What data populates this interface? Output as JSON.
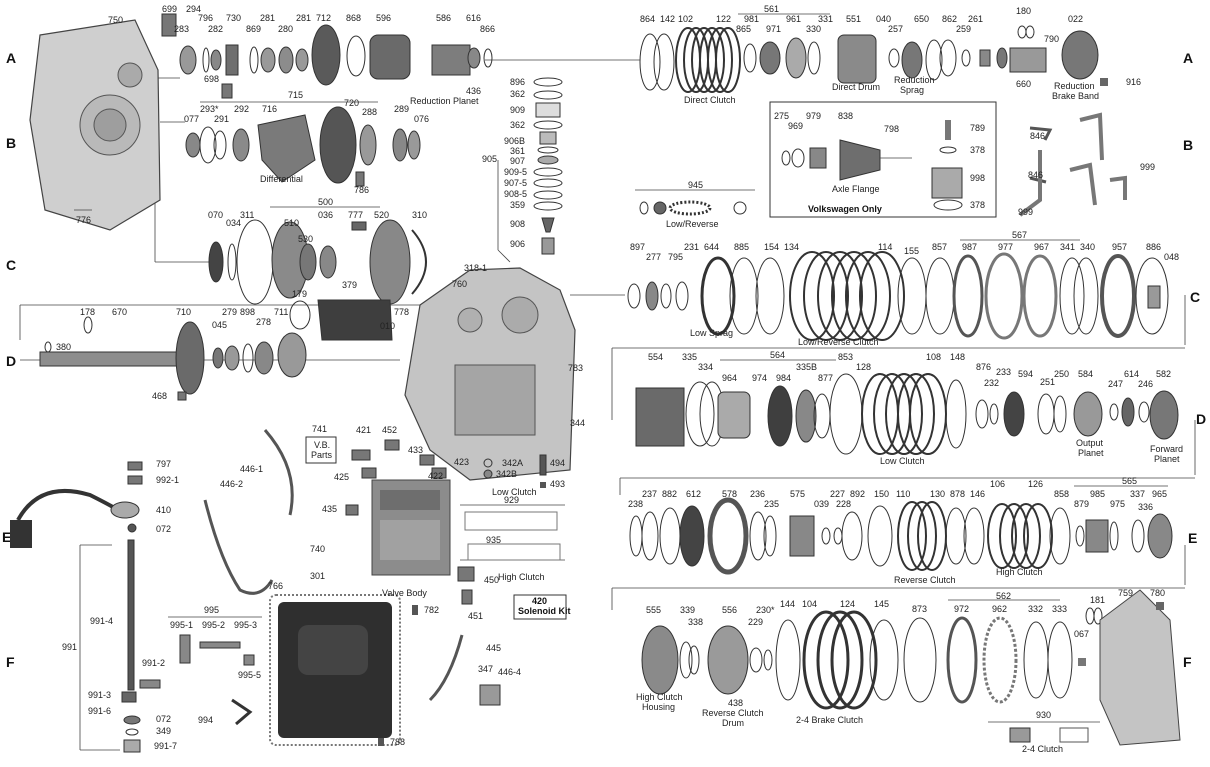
{
  "row_markers": {
    "left": [
      "A",
      "B",
      "C",
      "D",
      "E",
      "F"
    ],
    "right": [
      "A",
      "B",
      "C",
      "D",
      "E",
      "F"
    ]
  },
  "labels": {
    "n750": "750",
    "n699": "699",
    "n294": "294",
    "n283": "283",
    "n796": "796",
    "n282": "282",
    "n730": "730",
    "n869": "869",
    "n281a": "281",
    "n280": "280",
    "n281b": "281",
    "n712": "712",
    "n868": "868",
    "n596": "596",
    "n586": "586",
    "n616": "616",
    "n866": "866",
    "n436": "436",
    "n698": "698",
    "n715": "715",
    "n293": "293*",
    "n292": "292",
    "n716": "716",
    "n720": "720",
    "n288": "288",
    "n289": "289",
    "n076": "076",
    "n077": "077",
    "n291": "291",
    "n786": "786",
    "n776": "776",
    "n500": "500",
    "n070": "070",
    "n034": "034",
    "n311": "311",
    "n510": "510",
    "n530": "530",
    "n036": "036",
    "n777": "777",
    "n520": "520",
    "n310": "310",
    "n379": "379",
    "n010": "010",
    "n778": "778",
    "n178": "178",
    "n670": "670",
    "n710": "710",
    "n279": "279",
    "n898": "898",
    "n179": "179",
    "n045": "045",
    "n278": "278",
    "n711": "711",
    "n380": "380",
    "n468": "468",
    "n896": "896",
    "n362a": "362",
    "n909": "909",
    "n362b": "362",
    "n906b": "906B",
    "n361": "361",
    "n907": "907",
    "n909_5": "909-5",
    "n907_5": "907-5",
    "n908_5": "908-5",
    "n359": "359",
    "n908": "908",
    "n906": "906",
    "n905": "905",
    "n318": "318-1",
    "n760": "760",
    "n783": "783",
    "n344": "344",
    "n741": "741",
    "n421": "421",
    "n452": "452",
    "n433": "433",
    "n423": "423",
    "n425": "425",
    "n422": "422",
    "n446_1": "446-1",
    "n446_2": "446-2",
    "n435": "435",
    "n740": "740",
    "n342a": "342A",
    "n342b": "342B",
    "n494": "494",
    "n493": "493",
    "n929": "929",
    "n935": "935",
    "n450": "450",
    "n451": "451",
    "n782": "782",
    "n797": "797",
    "n992_1": "992-1",
    "n410": "410",
    "n072a": "072",
    "n991": "991",
    "n991_4": "991-4",
    "n991_2": "991-2",
    "n991_3": "991-3",
    "n991_6": "991-6",
    "n072b": "072",
    "n349": "349",
    "n991_7": "991-7",
    "n995": "995",
    "n995_1": "995-1",
    "n995_2": "995-2",
    "n995_3": "995-3",
    "n995_5": "995-5",
    "n994": "994",
    "n766": "766",
    "n301": "301",
    "n788": "788",
    "n445": "445",
    "n347": "347",
    "n446_4": "446-4",
    "n864": "864",
    "n142": "142",
    "n102": "102",
    "n122": "122",
    "n561": "561",
    "n981": "981",
    "n865": "865",
    "n971": "971",
    "n961": "961",
    "n330": "330",
    "n331": "331",
    "n551": "551",
    "n040": "040",
    "n257": "257",
    "n650": "650",
    "n862": "862",
    "n259": "259",
    "n261": "261",
    "n180": "180",
    "n022": "022",
    "n790": "790",
    "n660": "660",
    "n916": "916",
    "n275": "275",
    "n969": "969",
    "n979": "979",
    "n838": "838",
    "n798": "798",
    "n789": "789",
    "n378a": "378",
    "n998": "998",
    "n378b": "378",
    "n846a": "846",
    "n846b": "846",
    "n999a": "999",
    "n999b": "999",
    "n945": "945",
    "n897": "897",
    "n277": "277",
    "n795": "795",
    "n231": "231",
    "n644": "644",
    "n885": "885",
    "n154": "154",
    "n134": "134",
    "n114": "114",
    "n155": "155",
    "n857": "857",
    "n567": "567",
    "n987": "987",
    "n977": "977",
    "n967": "967",
    "n341": "341",
    "n340": "340",
    "n957": "957",
    "n886": "886",
    "n048": "048",
    "n554": "554",
    "n335": "335",
    "n334": "334",
    "n564": "564",
    "n964": "964",
    "n974": "974",
    "n984": "984",
    "n335b": "335B",
    "n877": "877",
    "n853": "853",
    "n128": "128",
    "n108": "108",
    "n148": "148",
    "n876": "876",
    "n232": "232",
    "n233": "233",
    "n594": "594",
    "n251": "251",
    "n250": "250",
    "n584": "584",
    "n247": "247",
    "n614": "614",
    "n246": "246",
    "n582": "582",
    "n238": "238",
    "n237": "237",
    "n882": "882",
    "n612": "612",
    "n578": "578",
    "n236": "236",
    "n235": "235",
    "n575": "575",
    "n039": "039",
    "n227": "227",
    "n228": "228",
    "n892": "892",
    "n150": "150",
    "n110": "110",
    "n130": "130",
    "n878": "878",
    "n146": "146",
    "n106": "106",
    "n126": "126",
    "n858": "858",
    "n565": "565",
    "n879": "879",
    "n985": "985",
    "n975": "975",
    "n337": "337",
    "n336": "336",
    "n965": "965",
    "n555": "555",
    "n339": "339",
    "n338": "338",
    "n556": "556",
    "n230": "230*",
    "n229": "229",
    "n144": "144",
    "n104": "104",
    "n124": "124",
    "n145": "145",
    "n873": "873",
    "n562": "562",
    "n972": "972",
    "n962": "962",
    "n332": "332",
    "n333": "333",
    "n181": "181",
    "n067": "067",
    "n759": "759",
    "n780": "780",
    "n438": "438",
    "n930": "930"
  },
  "captions": {
    "reduction_planet": "Reduction Planet",
    "differential": "Differential",
    "direct_clutch": "Direct  Clutch",
    "direct_drum": "Direct Drum",
    "reduction_sprag": "Reduction\nSprag",
    "reduction_brake_band": "Reduction\nBrake Band",
    "axle_flange": "Axle Flange",
    "volkswagen_only": "Volkswagen Only",
    "low_reverse": "Low/Reverse",
    "low_sprag": "Low Sprag",
    "low_reverse_clutch": "Low/Reverse Clutch",
    "low_clutch": "Low Clutch",
    "output_planet": "Output\nPlanet",
    "forward_planet": "Forward\nPlanet",
    "reverse_clutch": "Reverse Clutch",
    "high_clutch": "High Clutch",
    "high_clutch_housing": "High Clutch\nHousing",
    "reverse_clutch_drum": "Reverse Clutch\nDrum",
    "brake_2_4": "2-4 Brake Clutch",
    "clutch_2_4": "2-4 Clutch",
    "vb_parts": "V.B.\nParts",
    "valve_body": "Valve Body",
    "low_clutch_kit": "Low Clutch",
    "high_clutch_kit": "High Clutch",
    "solenoid_kit_num": "420",
    "solenoid_kit": "Solenoid Kit"
  },
  "colors": {
    "line": "#444444",
    "part_fill": "#8a8a8a",
    "case_fill": "#c9c9c9",
    "text": "#222222"
  }
}
